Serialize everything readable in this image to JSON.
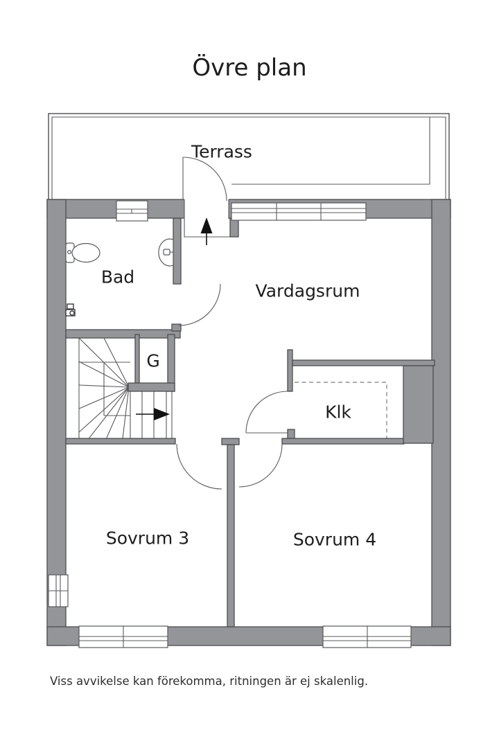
{
  "page": {
    "title": "Övre plan",
    "disclaimer": "Viss avvikelse kan förekomma, ritningen är ej skalenlig."
  },
  "floor_plan": {
    "floor_name": "Övre plan",
    "rooms": [
      {
        "id": "terrass",
        "label": "Terrass"
      },
      {
        "id": "bad",
        "label": "Bad"
      },
      {
        "id": "vardagsrum",
        "label": "Vardagsrum"
      },
      {
        "id": "garderob",
        "label": "G"
      },
      {
        "id": "klk",
        "label": "Klk"
      },
      {
        "id": "sovrum-3",
        "label": "Sovrum 3"
      },
      {
        "id": "sovrum-4",
        "label": "Sovrum 4"
      }
    ],
    "symbols": [
      "toilet-icon",
      "sink-icon",
      "faucet-icon",
      "winder-stairs",
      "entry-arrow-icon",
      "stairs-direction-arrow-icon",
      "door-swing",
      "window",
      "wardrobe-dashed-outline"
    ],
    "colors": {
      "wall": "#939598",
      "wall_outline": "#4c4d4f",
      "line": "#58595b",
      "arrow": "#111111",
      "text": "#1d1d1d",
      "background": "#ffffff"
    }
  }
}
